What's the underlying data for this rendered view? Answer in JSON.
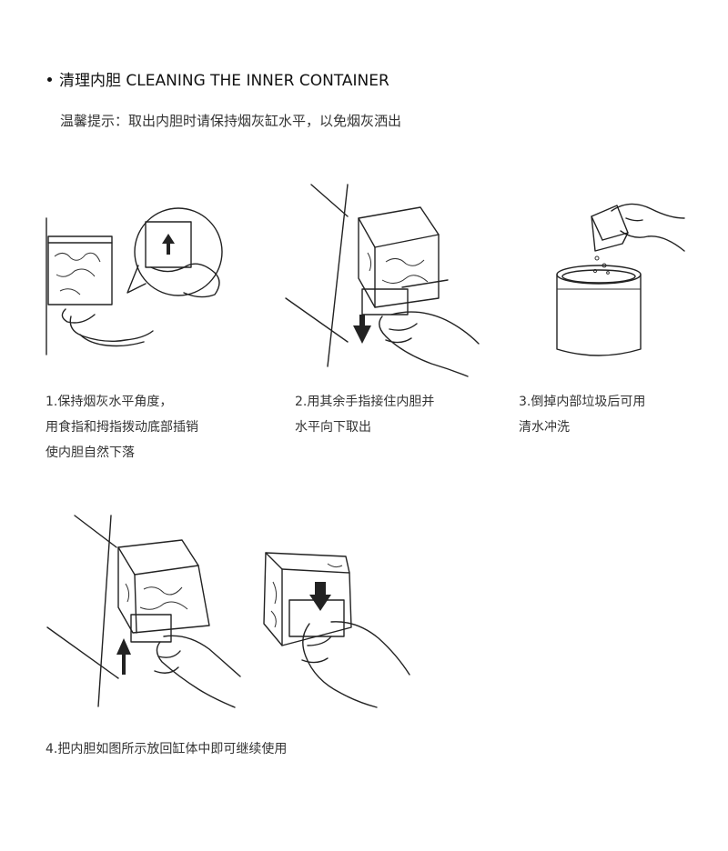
{
  "section": {
    "title": "清理内胆 CLEANING THE INNER CONTAINER",
    "tip": "温馨提示：取出内胆时请保持烟灰缸水平，以免烟灰洒出"
  },
  "steps": [
    {
      "lines": [
        "1.保持烟灰水平角度，",
        "用食指和拇指拨动底部插销",
        "使内胆自然下落"
      ]
    },
    {
      "lines": [
        "2.用其余手指接住内胆并",
        "水平向下取出"
      ]
    },
    {
      "lines": [
        "3.倒掉内部垃圾后可用",
        "清水冲洗"
      ]
    },
    {
      "lines": [
        "4.把内胆如图所示放回缸体中即可继续使用"
      ]
    }
  ],
  "icons": [
    "bullet-dot",
    "up-arrow",
    "down-arrow",
    "hand",
    "trash-bin",
    "wall-box"
  ]
}
